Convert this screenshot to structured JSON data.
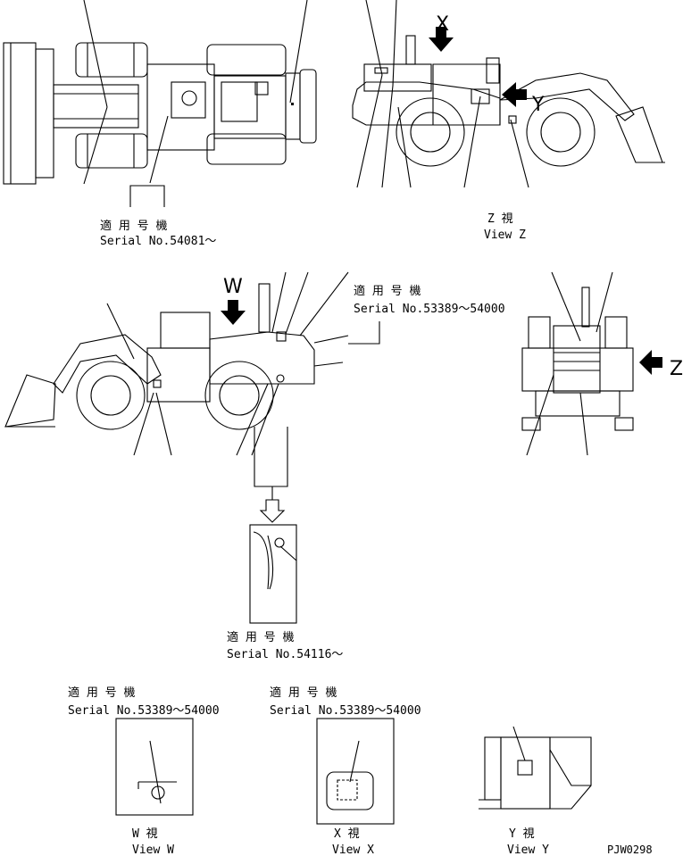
{
  "drawing_code": "PJW0298",
  "captions": {
    "top_left_applicable": "適 用 号 機",
    "top_left_serial": "Serial No.54081～",
    "view_z_jp": "Z 視",
    "view_z_en": "View Z",
    "mid_applicable": "適 用 号 機",
    "mid_serial": "Serial No.53389～54000",
    "detail_applicable": "適 用 号 機",
    "detail_serial": "Serial No.54116～",
    "w_applicable": "適 用 号 機",
    "w_serial": "Serial No.53389～54000",
    "x_applicable": "適 用 号 機",
    "x_serial": "Serial No.53389～54000",
    "view_w_jp": "W 視",
    "view_w_en": "View W",
    "view_x_jp": "X 視",
    "view_x_en": "View X",
    "view_y_jp": "Y 視",
    "view_y_en": "View Y"
  },
  "view_letters": {
    "x": "X",
    "y": "Y",
    "w": "W",
    "z": "Z"
  }
}
